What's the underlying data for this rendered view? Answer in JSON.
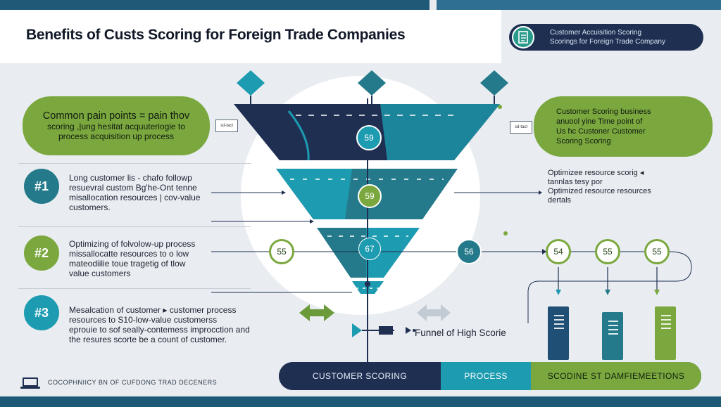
{
  "header": {
    "title": "Benefits of Custs Scoring for Foreign Trade Companies",
    "brand_line1": "Customer Accuisition Scoring",
    "brand_line2": "Scorings for Foreign Trade Company"
  },
  "pain_pill": {
    "line1": "Common pain points = pain thov",
    "line2": "scoring ,|ung hesitat acquuteriogie to",
    "line3": "process acquisition up process",
    "tag": "sd-tact"
  },
  "solution_pill": {
    "line1": "Customer Scoring business",
    "line2": "anuool yine Time point of",
    "line3": "Us hc Custoner Customer",
    "line4": "Scoring Scoring",
    "tag": "sd-tact"
  },
  "rows": [
    {
      "num": "#1",
      "line1": "Long customer lis - chafo followp",
      "line2": "resuevral custom Bg'he-Ont tenne",
      "line3": "misallocation resources | cov-value",
      "line4": "customers."
    },
    {
      "num": "#2",
      "line1": "Optimizing of folvolow-up process",
      "line2": "missallocatte resources to o low",
      "line3": "mateodiilie toue tragetig of tlow",
      "line4": "value customers"
    },
    {
      "num": "#3",
      "line1": "Mesalcation of customer ▸ customer process",
      "line2": "resources to S10-low-value customerss",
      "line3": "eprouie to sof seally-contemess improcction and",
      "line4": "the resures scorte be a count of customer."
    }
  ],
  "funnel": {
    "stage1_value": "59",
    "stage2_value": "59",
    "stage3_value": "67",
    "label": "Funnel of High Scorie"
  },
  "values": {
    "left": "55",
    "mid": "56",
    "right1": "54",
    "right2": "55",
    "right3": "55"
  },
  "right_text": {
    "line1": "Optimizee resource scorig ◂",
    "line2": "tannlas tesy por",
    "line3": "Optimized resource resources",
    "line4": "dertals"
  },
  "bottom_bar": {
    "seg1": "CUSTOMER SCORING",
    "seg2": "PROCESS",
    "seg3": "SCODINE ST DAMFIEMEETIONS"
  },
  "footer": {
    "text": "COCOPHNIICY BN OF CUFDONG TRAD DECENERS"
  },
  "colors": {
    "navy": "#1f2f52",
    "teal": "#1d9bb0",
    "deep_teal": "#247a8a",
    "green": "#7ba83e",
    "background": "#e9edf1"
  }
}
